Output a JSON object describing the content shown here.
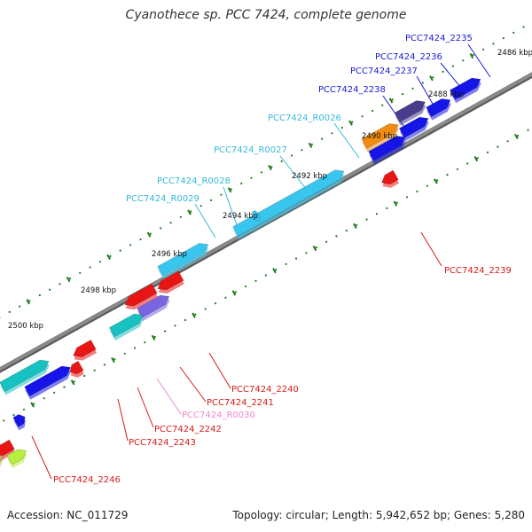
{
  "title": "Cyanothece sp. PCC 7424, complete genome",
  "footer": {
    "accession": "Accession: NC_011729",
    "summary": "Topology: circular; Length: 5,942,652 bp; Genes: 5,280"
  },
  "ticks": [
    "2486 kbp",
    "2488 kbp",
    "2490 kbp",
    "2492 kbp",
    "2494 kbp",
    "2496 kbp",
    "2498 kbp",
    "2500 kbp"
  ],
  "gene_labels": [
    {
      "text": "PCC7424_2235",
      "color": "#1a1ad6"
    },
    {
      "text": "PCC7424_2236",
      "color": "#1a1ad6"
    },
    {
      "text": "PCC7424_2237",
      "color": "#1a1ad6"
    },
    {
      "text": "PCC7424_2238",
      "color": "#1a1ad6"
    },
    {
      "text": "PCC7424_R0026",
      "color": "#36b9d9"
    },
    {
      "text": "PCC7424_R0027",
      "color": "#36b9d9"
    },
    {
      "text": "PCC7424_R0028",
      "color": "#36b9d9"
    },
    {
      "text": "PCC7424_R0029",
      "color": "#36b9d9"
    },
    {
      "text": "PCC7424_2239",
      "color": "#d81a1a"
    },
    {
      "text": "PCC7424_2240",
      "color": "#d81a1a"
    },
    {
      "text": "PCC7424_2241",
      "color": "#d81a1a"
    },
    {
      "text": "PCC7424_R0030",
      "color": "#ee88cc"
    },
    {
      "text": "PCC7424_2242",
      "color": "#d81a1a"
    },
    {
      "text": "PCC7424_2243",
      "color": "#d81a1a"
    },
    {
      "text": "PCC7424_2246",
      "color": "#d81a1a"
    }
  ],
  "colors": {
    "backbone": "#8a8a8a",
    "tick": "#1b7a1b",
    "forward_cds": "#1515e8",
    "trna": "#39c6ee",
    "reverse_cds": "#e81515",
    "teal_cds": "#19c2c2",
    "violet_cds": "#7a64e0",
    "orange_cds": "#f08c10",
    "darkviolet_cds": "#4a3c8c",
    "olive_cds": "#b8b860",
    "lime_cds": "#b8ee40",
    "pink_rna": "#f0a0c8"
  }
}
